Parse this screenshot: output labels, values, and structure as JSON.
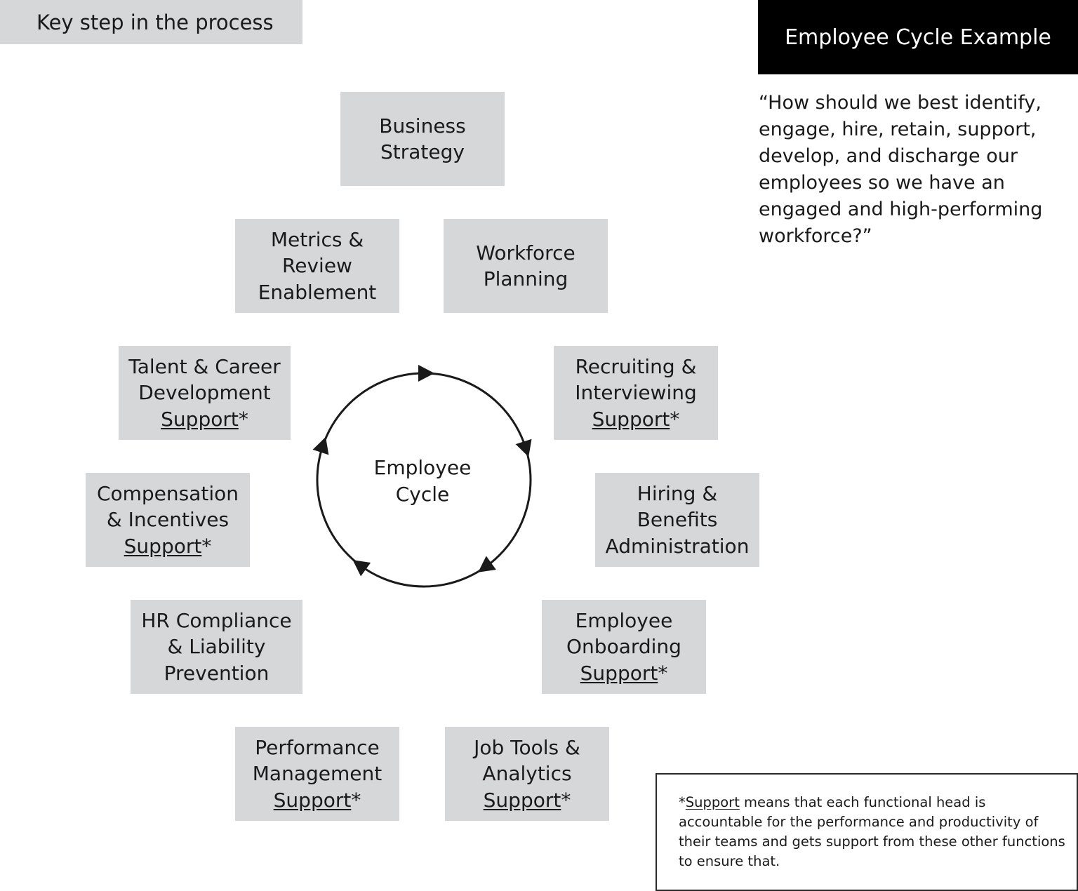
{
  "legend": {
    "label": "Key step in the process"
  },
  "header": {
    "title": "Employee Cycle Example"
  },
  "quote": {
    "text": "“How should we best identify, engage, hire, retain, support, develop, and discharge our employees so we have an engaged and high-performing workforce?”"
  },
  "center": {
    "lines": [
      "Employee",
      "Cycle"
    ]
  },
  "steps": [
    {
      "lines": [
        "Business",
        "Strategy"
      ]
    },
    {
      "lines": [
        "Workforce",
        "Planning"
      ]
    },
    {
      "lines": [
        "Recruiting &",
        "Interviewing"
      ],
      "support_word": "Support",
      "support_mark": "*"
    },
    {
      "lines": [
        "Hiring &",
        "Benefits",
        "Administration"
      ]
    },
    {
      "lines": [
        "Employee",
        "Onboarding"
      ],
      "support_word": "Support",
      "support_mark": "*"
    },
    {
      "lines": [
        "Job Tools &",
        "Analytics"
      ],
      "support_word": "Support",
      "support_mark": "*"
    },
    {
      "lines": [
        "Performance",
        "Management"
      ],
      "support_word": "Support",
      "support_mark": "*"
    },
    {
      "lines": [
        "HR Compliance",
        "& Liability",
        "Prevention"
      ]
    },
    {
      "lines": [
        "Compensation",
        "& Incentives"
      ],
      "support_word": "Support",
      "support_mark": "*"
    },
    {
      "lines": [
        "Talent & Career",
        "Development"
      ],
      "support_word": "Support",
      "support_mark": "*"
    },
    {
      "lines": [
        "Metrics &",
        "Review",
        "Enablement"
      ]
    }
  ],
  "footnote": {
    "prefix": "*",
    "term": "Support",
    "text": " means that each functional head is accountable for the performance and productivity of their teams and gets support from these other functions to ensure that."
  },
  "colors": {
    "box_fill": "#d6d7d9",
    "header_fill": "#000000",
    "header_text": "#ffffff",
    "ring": "#1a1a1a"
  }
}
